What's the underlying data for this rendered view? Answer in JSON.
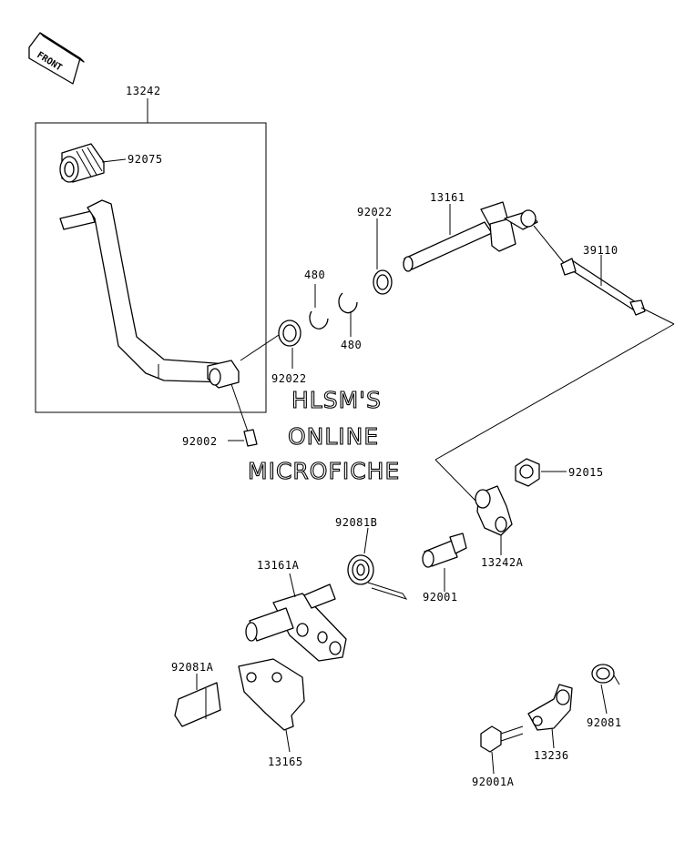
{
  "front_label": "FRONT",
  "watermark": [
    "HLSM'S",
    "ONLINE",
    "MICROFICHE"
  ],
  "parts": {
    "p13242": "13242",
    "p92075": "92075",
    "p13161": "13161",
    "p39110": "39110",
    "p92022_top": "92022",
    "p480_top": "480",
    "p480_bottom": "480",
    "p92022_bottom": "92022",
    "p92002": "92002",
    "p92015": "92015",
    "p13242A": "13242A",
    "p92081B": "92081B",
    "p92001": "92001",
    "p13161A": "13161A",
    "p92081A": "92081A",
    "p13165": "13165",
    "p92081": "92081",
    "p13236": "13236",
    "p92001A": "92001A"
  }
}
